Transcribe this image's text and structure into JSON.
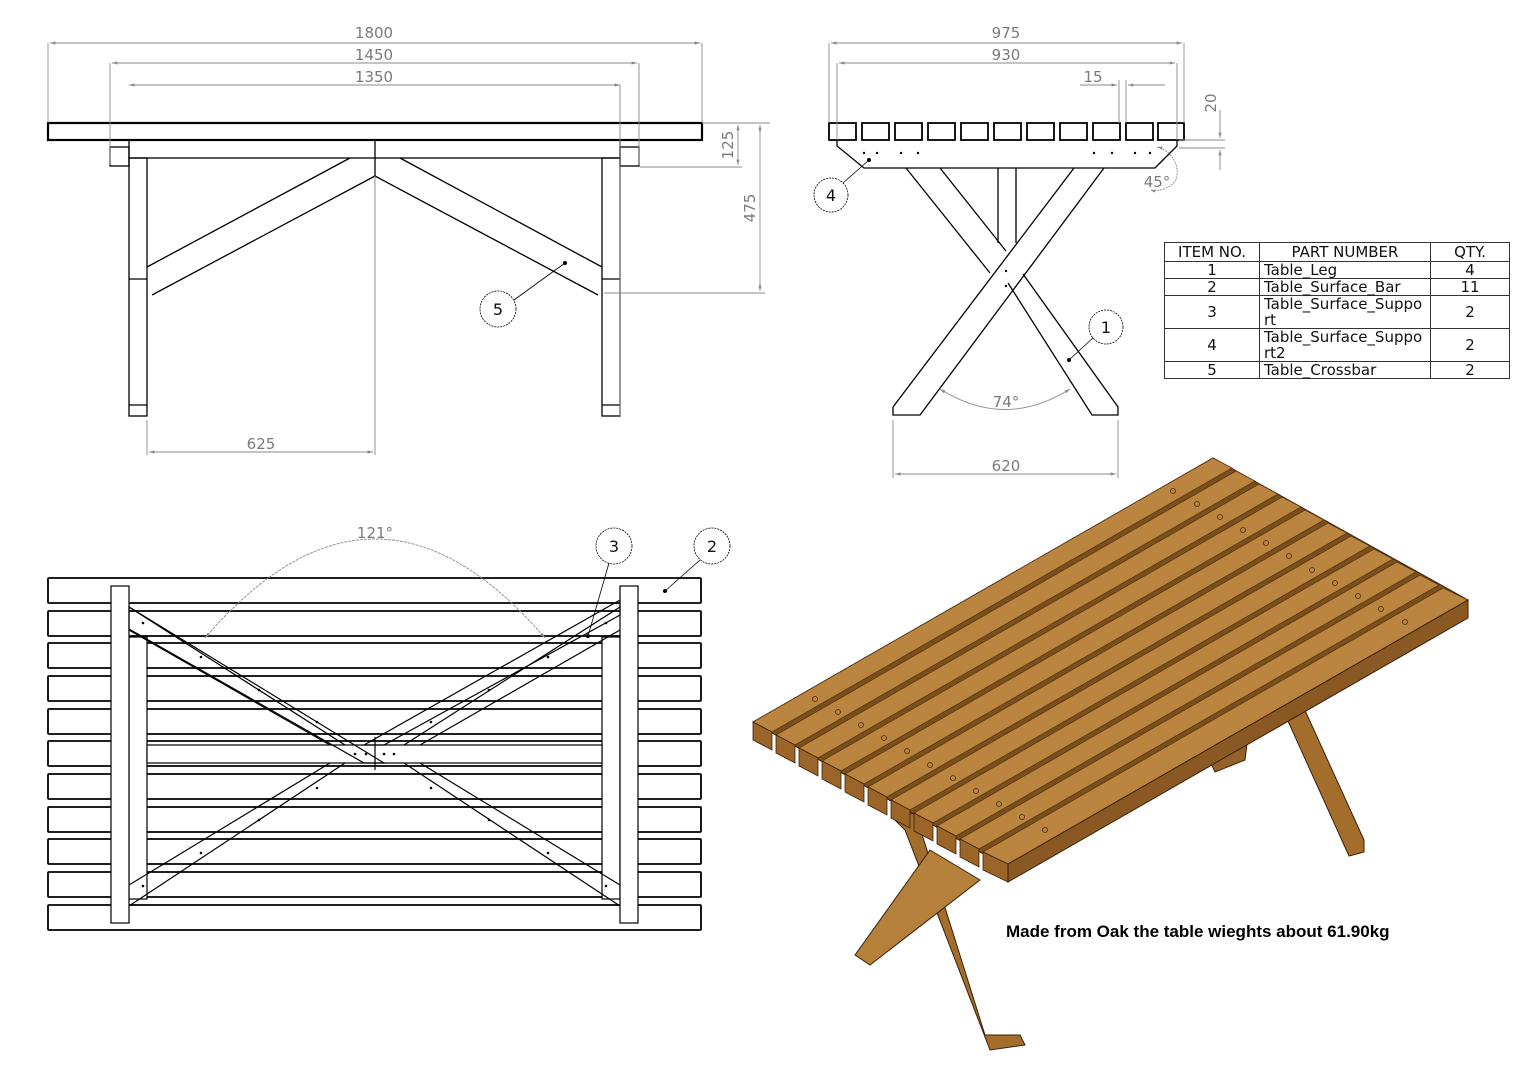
{
  "front_view": {
    "dimensions": {
      "overall_length": "1800",
      "leg_outer_span": "1450",
      "leg_inner_span": "1350",
      "apron_height": "125",
      "crossbar_height": "475",
      "leg_to_center": "625"
    },
    "balloons": [
      {
        "item": "5"
      }
    ]
  },
  "side_view": {
    "dimensions": {
      "overall_width": "975",
      "support_width": "930",
      "bar_gap": "15",
      "bar_thickness": "20",
      "chamfer_angle": "45°",
      "leg_angle": "74°",
      "leg_foot_span": "620"
    },
    "balloons": [
      {
        "item": "4"
      },
      {
        "item": "1"
      }
    ]
  },
  "top_view": {
    "dimensions": {
      "crossbar_angle": "121°"
    },
    "balloons": [
      {
        "item": "3"
      },
      {
        "item": "2"
      }
    ]
  },
  "bom_table": {
    "headers": [
      "ITEM NO.",
      "PART NUMBER",
      "QTY."
    ],
    "rows": [
      {
        "item": "1",
        "part": "Table_Leg",
        "qty": "4"
      },
      {
        "item": "2",
        "part": "Table_Surface_Bar",
        "qty": "11"
      },
      {
        "item": "3",
        "part": "Table_Surface_Support",
        "qty": "2"
      },
      {
        "item": "4",
        "part": "Table_Surface_Support2",
        "qty": "2"
      },
      {
        "item": "5",
        "part": "Table_Crossbar",
        "qty": "2"
      }
    ]
  },
  "iso_view": {
    "note": "Made from Oak the table wieghts about 61.90kg",
    "wood_color": "#b5803a",
    "wood_dark": "#7a4f1c",
    "wood_light": "#c99552"
  }
}
